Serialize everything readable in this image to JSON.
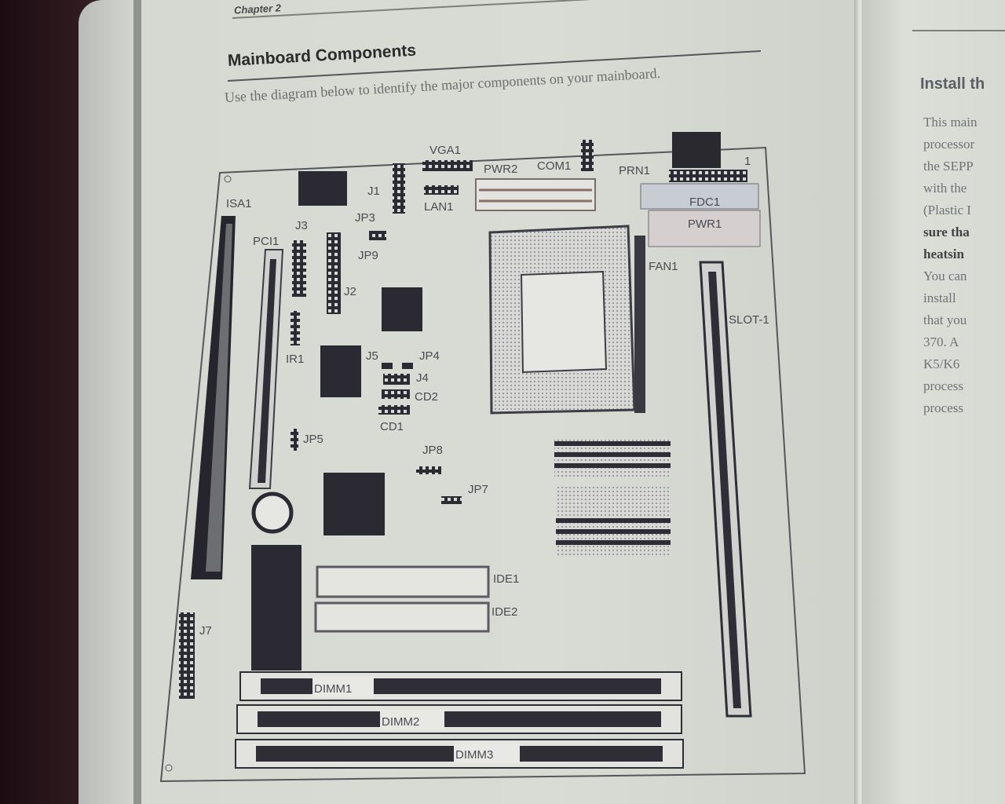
{
  "header": {
    "chapter": "Chapter 2"
  },
  "section": {
    "title": "Mainboard Components",
    "intro": "Use the diagram below to identify the major components on your mainboard."
  },
  "diagram": {
    "labels": {
      "isa1": "ISA1",
      "pci1": "PCI1",
      "j3": "J3",
      "j1": "J1",
      "vga1": "VGA1",
      "lan1": "LAN1",
      "pwr2": "PWR2",
      "com1": "COM1",
      "prn1": "PRN1",
      "fdc1": "FDC1",
      "pwr1": "PWR1",
      "fan1": "FAN1",
      "slot1": "SLOT-1",
      "jp3": "JP3",
      "jp9": "JP9",
      "j2": "J2",
      "ir1": "IR1",
      "j5": "J5",
      "jp4": "JP4",
      "j4": "J4",
      "cd2": "CD2",
      "cd1": "CD1",
      "jp5": "JP5",
      "jp8": "JP8",
      "jp7": "JP7",
      "ide1": "IDE1",
      "ide2": "IDE2",
      "j7": "J7",
      "dimm1": "DIMM1",
      "dimm2": "DIMM2",
      "dimm3": "DIMM3",
      "pin1": "1"
    }
  },
  "right_page": {
    "heading": "Install th",
    "lines": [
      "This main",
      "processor",
      "the SEPP",
      "with the",
      "(Plastic I"
    ],
    "bold_lines": [
      "sure tha",
      "heatsin"
    ],
    "more_lines": [
      "You can",
      "install",
      "that you",
      "370. A",
      "K5/K6",
      "process",
      "process"
    ]
  }
}
